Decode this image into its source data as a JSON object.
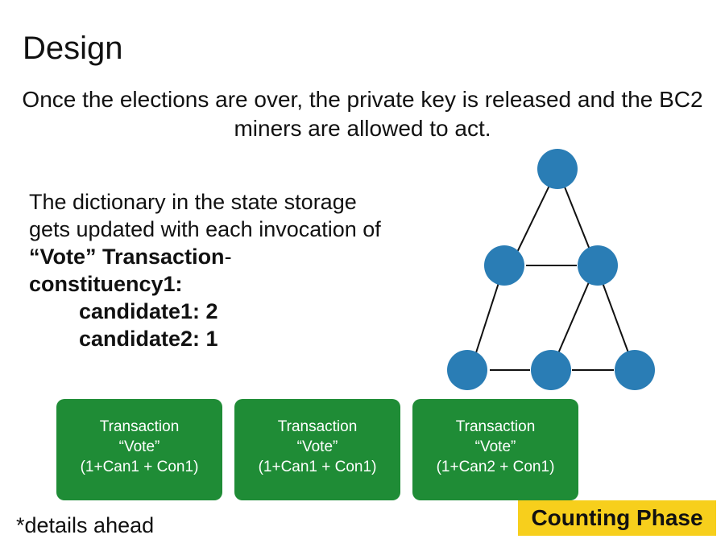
{
  "slide": {
    "title": "Design",
    "subtitle_lines": [
      "Once the elections are over, the private key is released and the BC2",
      "miners are allowed to act."
    ]
  },
  "body": {
    "line1": "The dictionary in the state storage",
    "line2": "gets updated with each invocation of",
    "line3_bold": "“Vote” Transaction",
    "line3_suffix": "-",
    "line4": "constituency1:",
    "line5": "candidate1: 2",
    "line6": "candidate2: 1"
  },
  "transactions": [
    {
      "title": "Transaction",
      "type": "“Vote”",
      "detail": "(1+Can1 + Con1)"
    },
    {
      "title": "Transaction",
      "type": "“Vote”",
      "detail": "(1+Can1 + Con1)"
    },
    {
      "title": "Transaction",
      "type": "“Vote”",
      "detail": "(1+Can2 + Con1)"
    }
  ],
  "footnote": "*details ahead",
  "phase_badge": "Counting Phase",
  "colors": {
    "transaction_box": "#1f8c36",
    "node_fill": "#2a7db5",
    "badge_background": "#f7cf1c"
  }
}
